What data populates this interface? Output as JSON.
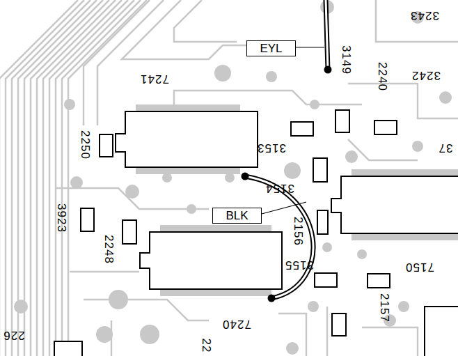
{
  "diagram": {
    "nodes": [
      {
        "text": [
          "EYL"
        ]
      },
      {
        "text": [
          "BLK"
        ]
      }
    ],
    "labels": [
      "3243",
      "3149",
      "7241",
      "2240",
      "3242",
      "2250",
      "3153",
      "37",
      "3154",
      "3923",
      "2248",
      "2156",
      "3155",
      "7150",
      "2157",
      "7240",
      "226",
      "22"
    ]
  }
}
